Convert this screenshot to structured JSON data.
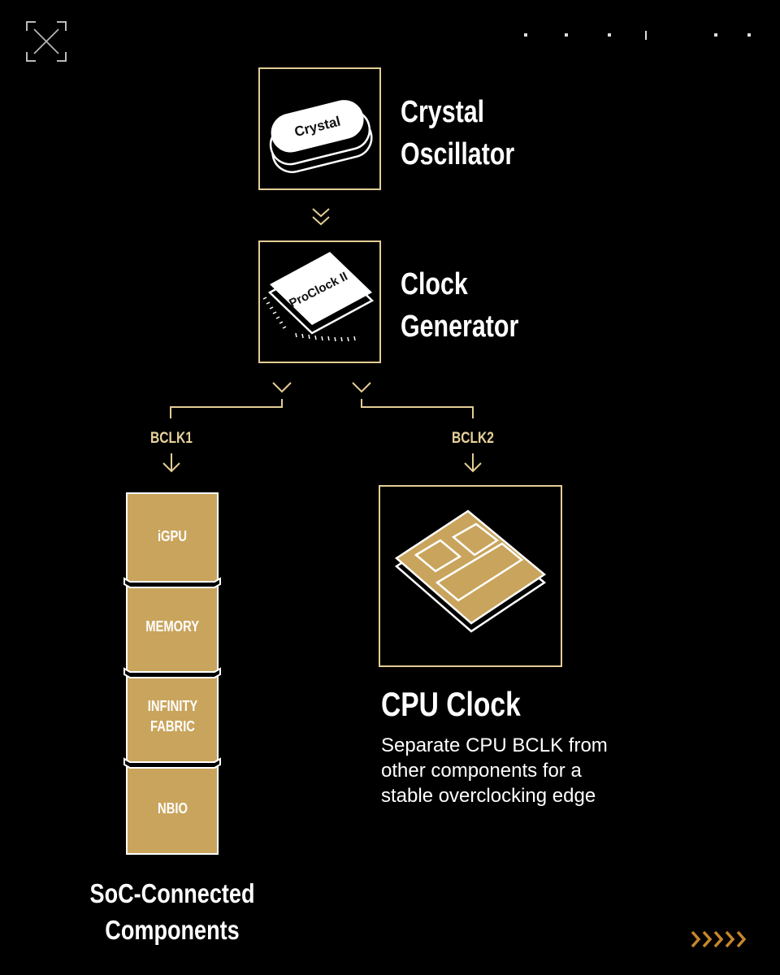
{
  "colors": {
    "accent": "#e4cd96",
    "gold_fill": "#c9a45c",
    "arrow_orange": "#c8862c",
    "background": "#000000"
  },
  "top_icons": {
    "left": "close-icon",
    "right": "dot-indicators"
  },
  "crystal": {
    "chip_label": "Crystal",
    "title_line1": "Crystal",
    "title_line2": "Oscillator"
  },
  "clock_gen": {
    "chip_label": "ProClock II",
    "title_line1": "Clock",
    "title_line2": "Generator"
  },
  "bclk1": "BCLK1",
  "bclk2": "BCLK2",
  "soc": {
    "segments": [
      "iGPU",
      "MEMORY",
      "INFINITY",
      "FABRIC",
      "NBIO"
    ],
    "title_line1": "SoC-Connected",
    "title_line2": "Components"
  },
  "cpu": {
    "title": "CPU Clock",
    "desc_line1": "Separate CPU BCLK from",
    "desc_line2": "other components for a",
    "desc_line3": "stable overclocking edge"
  }
}
